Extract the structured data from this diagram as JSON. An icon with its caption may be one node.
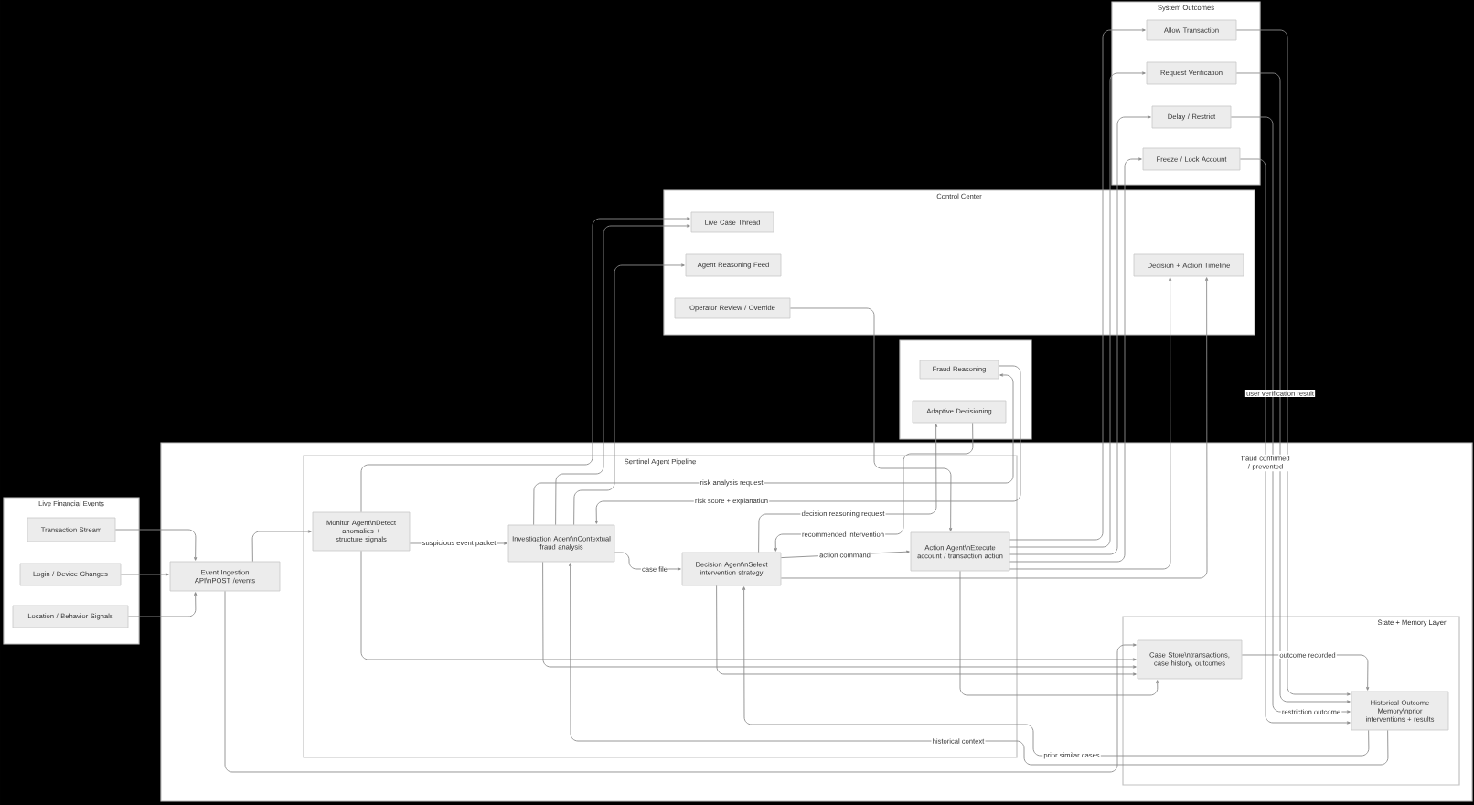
{
  "diagram": {
    "nodes": [
      {
        "text": [
          "Live Financial Events"
        ]
      },
      {
        "text": [
          "Transaction Stream"
        ],
        "in": 0
      },
      {
        "text": [
          "Login / Device Changes"
        ],
        "in": 0
      },
      {
        "text": [
          "Location / Behavior Signals"
        ],
        "in": 0
      },
      {
        "text": [],
        "shape": "box"
      },
      {
        "text": [
          "Event Ingestion API\\nPOST /events"
        ],
        "in": 4
      },
      {
        "text": [
          "Sentinel Agent Pipeline"
        ],
        "in": 4
      },
      {
        "text": [
          "Monitor Agent\\nDetect anomalies + structure signals"
        ],
        "in": 6
      },
      {
        "text": [
          "Investigation Agent\\nContextual fraud analysis"
        ],
        "in": 6
      },
      {
        "text": [
          "Decision Agent\\nSelect intervention strategy"
        ],
        "in": 6
      },
      {
        "text": [
          "Action Agent\\nExecute account / transaction action"
        ],
        "in": 6
      },
      {
        "text": [
          "State + Memory Layer"
        ],
        "in": 4
      },
      {
        "text": [
          "Case Store\\ntransactions, case history, outcomes"
        ],
        "in": 11
      },
      {
        "text": [
          "Historical Outcome Memory\\nprior interventions + results"
        ],
        "in": 11
      },
      {
        "text": [],
        "shape": "box"
      },
      {
        "text": [
          "Fraud Reasoning"
        ],
        "in": 14
      },
      {
        "text": [
          "Adaptive Decisioning"
        ],
        "in": 14
      },
      {
        "text": [
          "Control Center"
        ]
      },
      {
        "text": [
          "Live Case Thread"
        ],
        "in": 17
      },
      {
        "text": [
          "Agent Reasoning Feed"
        ],
        "in": 17
      },
      {
        "text": [
          "Operator Review / Override"
        ],
        "in": 17
      },
      {
        "text": [
          "Decision + Action Timeline"
        ],
        "in": 17
      },
      {
        "text": [
          "System Outcomes"
        ]
      },
      {
        "text": [
          "Allow Transaction"
        ],
        "in": 22
      },
      {
        "text": [
          "Request Verification"
        ],
        "in": 22
      },
      {
        "text": [
          "Delay / Restrict"
        ],
        "in": 22
      },
      {
        "text": [
          "Freeze / Lock Account"
        ],
        "in": 22
      }
    ],
    "edges": [
      {
        "from": 1,
        "to": 5,
        "arrow": "to"
      },
      {
        "from": 2,
        "to": 5,
        "arrow": "to"
      },
      {
        "from": 3,
        "to": 5,
        "arrow": "to"
      },
      {
        "from": 5,
        "to": 7,
        "arrow": "to"
      },
      {
        "from": 7,
        "to": 8,
        "arrow": "to",
        "label": "suspicious event packet"
      },
      {
        "from": 8,
        "to": 15,
        "arrow": "to",
        "label": "risk analysis request"
      },
      {
        "from": 15,
        "to": 8,
        "arrow": "to",
        "label": "risk score + explanation"
      },
      {
        "from": 8,
        "to": 9,
        "arrow": "to",
        "label": "case file"
      },
      {
        "from": 9,
        "to": 16,
        "arrow": "to",
        "label": "decision reasoning request"
      },
      {
        "from": 16,
        "to": 9,
        "arrow": "to",
        "label": "recommended intervention"
      },
      {
        "from": 9,
        "to": 10,
        "arrow": "to",
        "label": "action command"
      },
      {
        "from": 7,
        "to": 18,
        "arrow": "to"
      },
      {
        "from": 8,
        "to": 19,
        "arrow": "to"
      },
      {
        "from": 20,
        "to": 10,
        "arrow": "to"
      },
      {
        "from": 9,
        "to": 21,
        "arrow": "to"
      },
      {
        "from": 10,
        "to": 21,
        "arrow": "to"
      },
      {
        "from": 10,
        "to": 23,
        "arrow": "to"
      },
      {
        "from": 10,
        "to": 24,
        "arrow": "to"
      },
      {
        "from": 10,
        "to": 25,
        "arrow": "to"
      },
      {
        "from": 10,
        "to": 26,
        "arrow": "to"
      },
      {
        "from": 23,
        "to": 13,
        "arrow": "to"
      },
      {
        "from": 24,
        "to": 13,
        "arrow": "to",
        "label": "user verification result"
      },
      {
        "from": 25,
        "to": 13,
        "arrow": "to",
        "label": "restriction outcome"
      },
      {
        "from": 26,
        "to": 13,
        "arrow": "to",
        "label": "fraud confirmed / prevented"
      },
      {
        "from": 5,
        "to": 12,
        "arrow": "to"
      },
      {
        "from": 7,
        "to": 12,
        "arrow": "to"
      },
      {
        "from": 8,
        "to": 12,
        "arrow": "to"
      },
      {
        "from": 9,
        "to": 12,
        "arrow": "to"
      },
      {
        "from": 10,
        "to": 12,
        "arrow": "to"
      },
      {
        "from": 13,
        "to": 8,
        "arrow": "to",
        "label": "historical context"
      },
      {
        "from": 13,
        "to": 9,
        "arrow": "to",
        "label": "prior similar cases"
      },
      {
        "from": 12,
        "to": 13,
        "arrow": "to",
        "label": "outcome recorded"
      },
      {
        "from": 8,
        "to": 18,
        "arrow": "to"
      }
    ]
  }
}
